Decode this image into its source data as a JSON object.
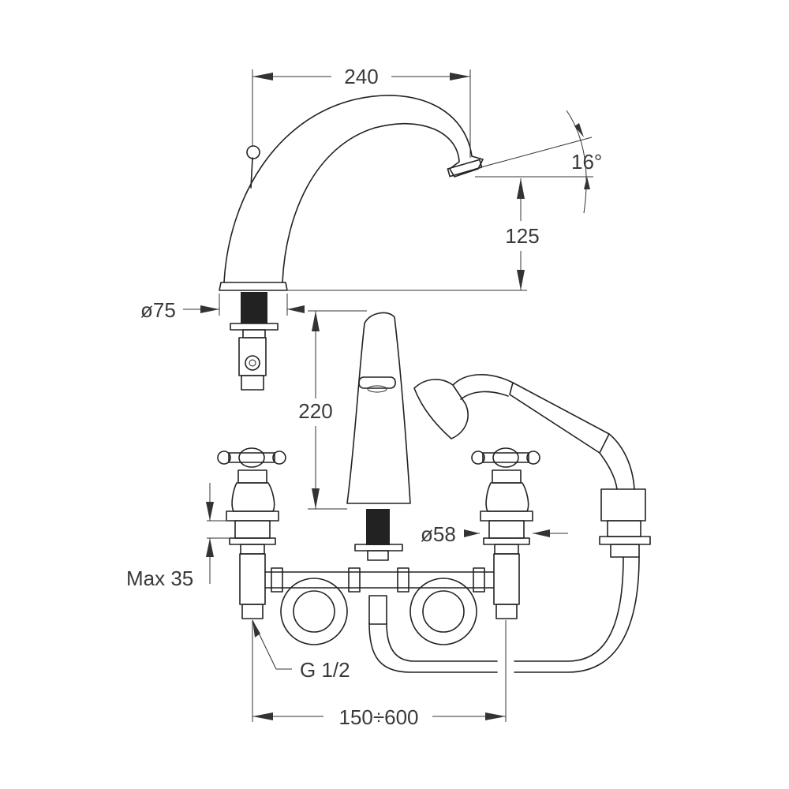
{
  "dimensions": {
    "width_top": "240",
    "angle": "16°",
    "height_spout": "125",
    "base_diameter": "ø75",
    "height_center": "220",
    "handle_diameter": "ø58",
    "max_thickness": "Max 35",
    "thread": "G 1/2",
    "spread": "150÷600"
  },
  "colors": {
    "line": "#222222",
    "dimension": "#333333",
    "text": "#3a3a3a"
  }
}
